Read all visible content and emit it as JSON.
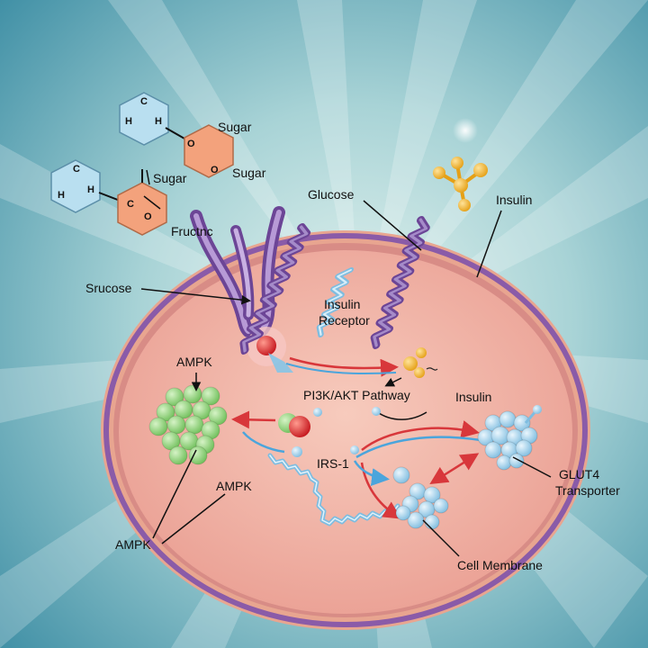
{
  "labels": {
    "sugar_top": "Sugar",
    "sugar_mid": "Sugar",
    "sugar_right": "Sugar",
    "fructnc": "Fructnc",
    "srucose": "Srucose",
    "glucose": "Glucose",
    "insulin_top": "Insulin",
    "insulin_receptor_line1": "Insulin",
    "insulin_receptor_line2": "Receptor",
    "ampk_top": "AMPK",
    "pi3k_akt": "PI3K/AKT Pathway",
    "insulin_mid": "Insulin",
    "irs1": "IRS-1",
    "glut4_line1": "GLUT4",
    "glut4_line2": "Transporter",
    "ampk_mid": "AMPK",
    "ampk_bottom": "AMPK",
    "cell_membrane": "Cell Membrane"
  },
  "atoms": {
    "h1_top": "C",
    "h1_left": "H",
    "h1_right": "H",
    "h1_o": "O",
    "h1_o2": "O",
    "h2_top": "C",
    "h2_left": "H",
    "h2_right": "H",
    "h2_c": "C",
    "h2_o": "O"
  },
  "colors": {
    "background": "#6fb0c0",
    "cell_fill": "#efb5a7",
    "membrane": "#8a5ba8",
    "receptor": "#8f6cb5",
    "ampk_green": "#8fd07a",
    "irs_blue": "#a9d4ea",
    "glucose_gold": "#f2b632",
    "arrow_red": "#d8373b",
    "arrow_blue": "#4ba5dc",
    "hex_blue": "#b9dff0",
    "hex_orange": "#f3a27c"
  }
}
